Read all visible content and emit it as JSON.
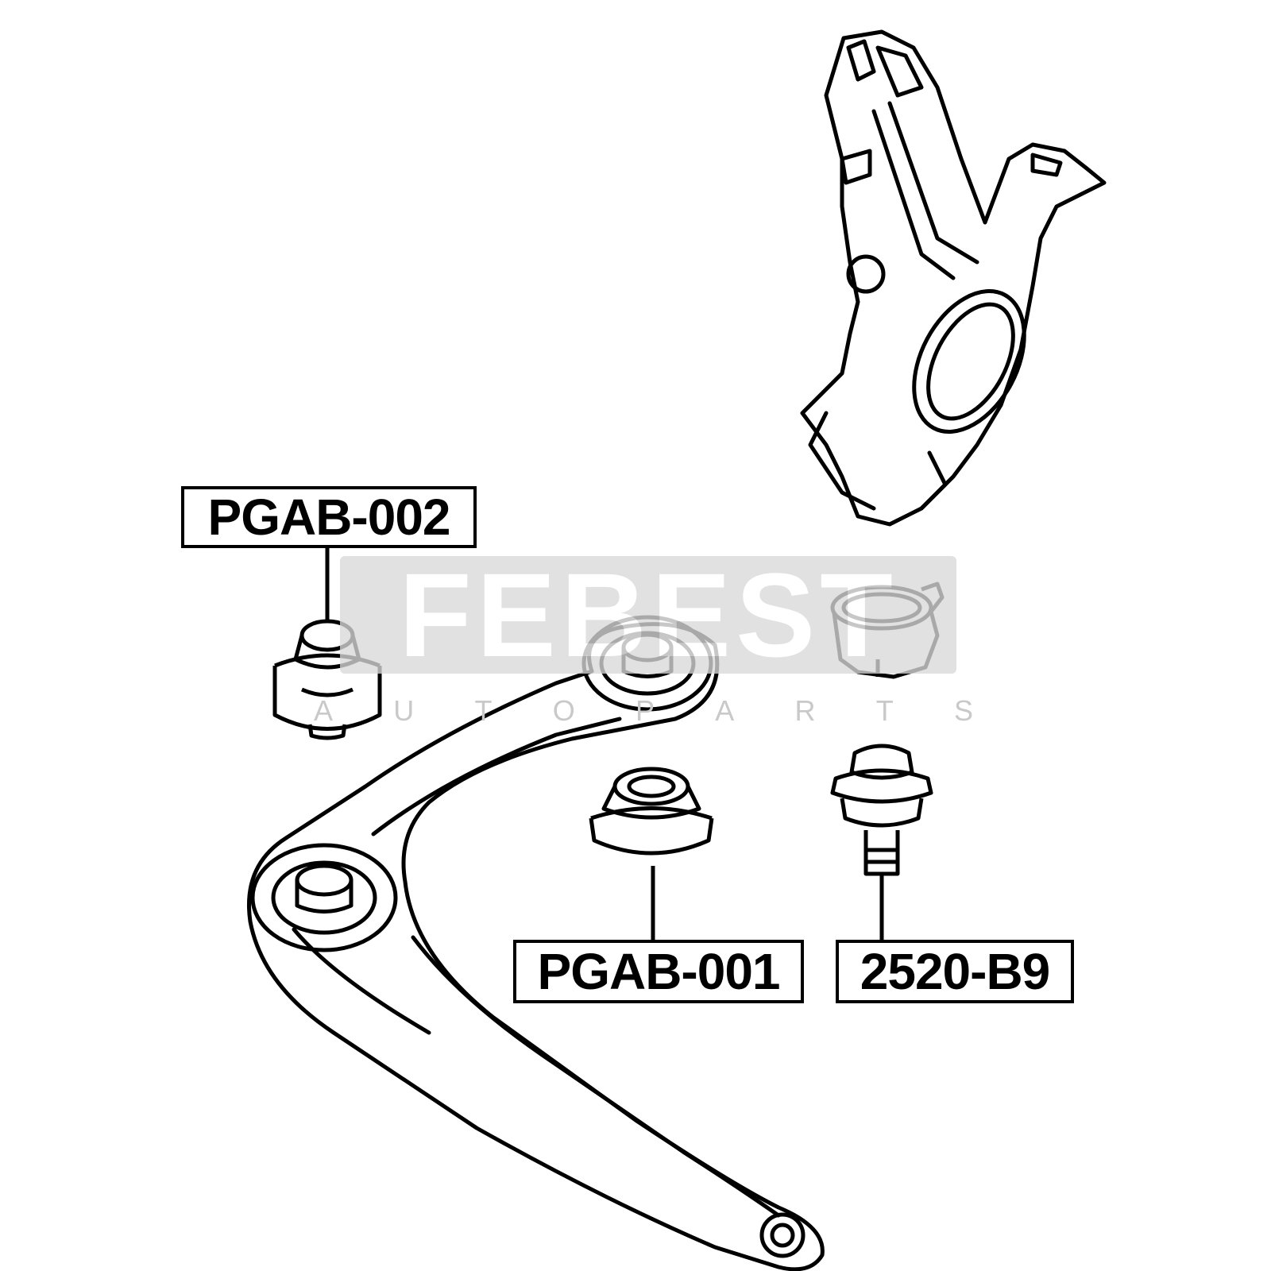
{
  "labels": {
    "pgab_002": "PGAB-002",
    "pgab_001": "PGAB-001",
    "b9": "2520-B9"
  },
  "watermark": {
    "brand": "FEBEST",
    "tagline_letters": [
      "A",
      "U",
      "T",
      "O",
      "P",
      "A",
      "R",
      "T",
      "S"
    ]
  },
  "colors": {
    "line": "#000000",
    "watermark": "#d9d9d9"
  }
}
